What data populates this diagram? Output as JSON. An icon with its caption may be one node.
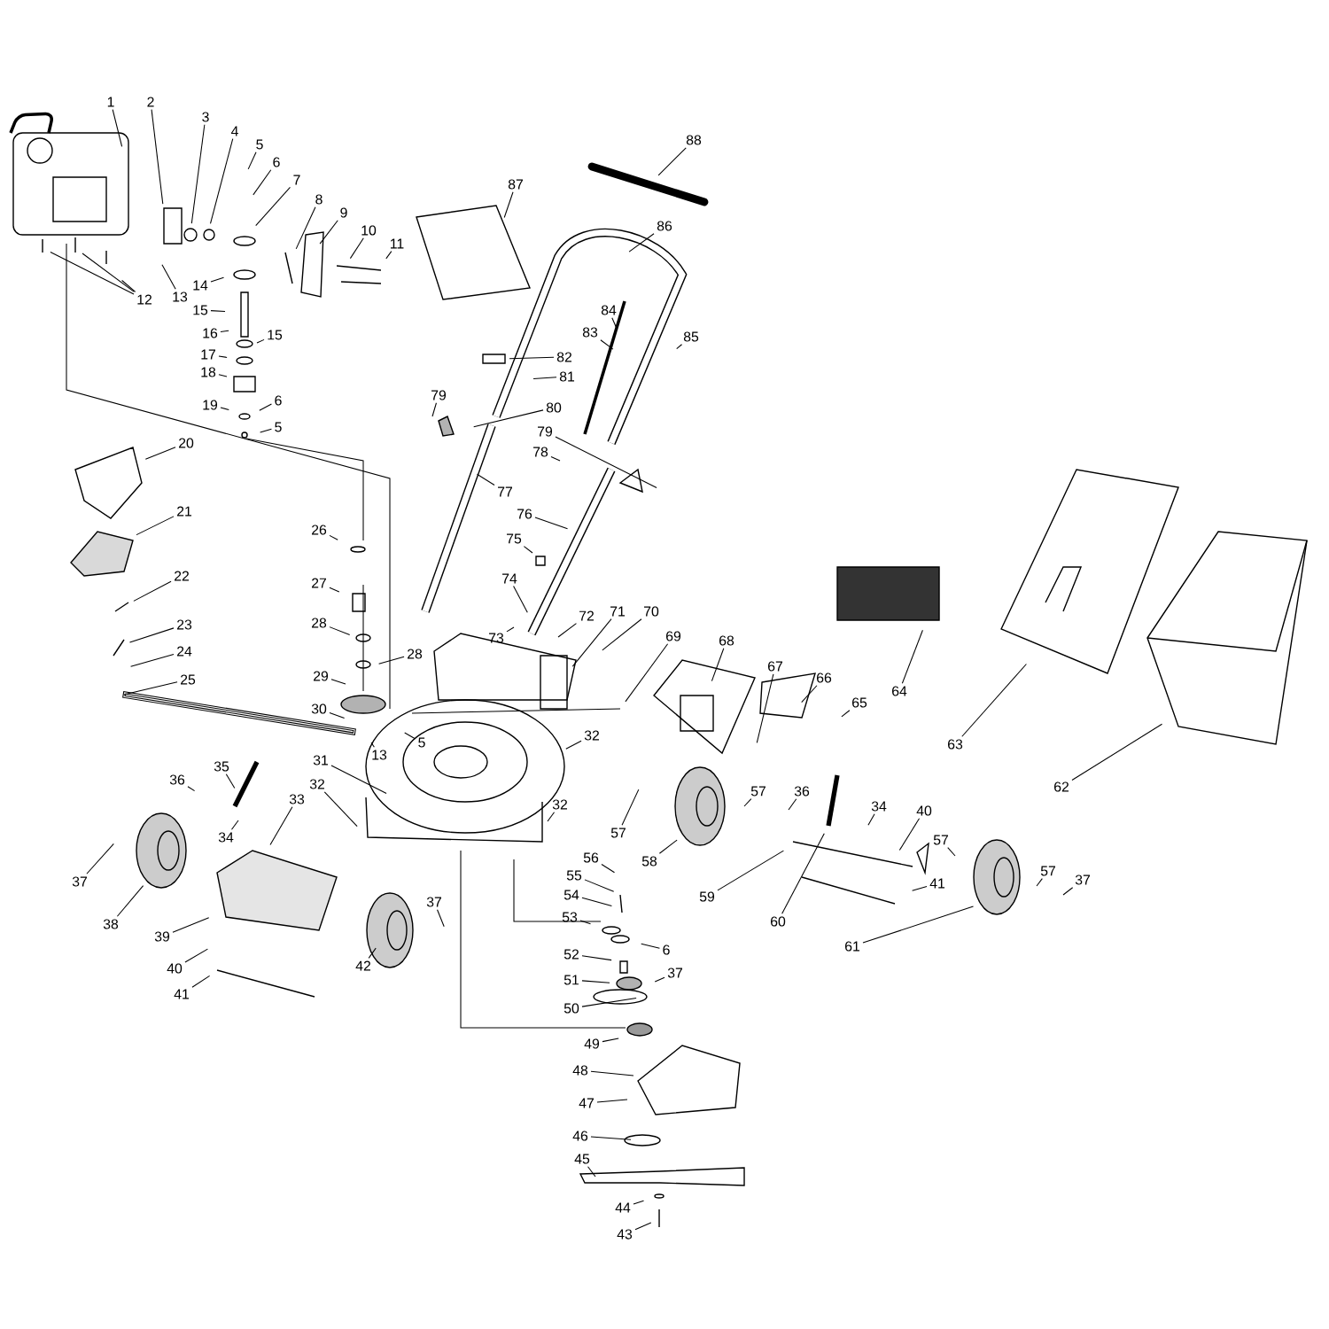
{
  "diagram": {
    "nodes": [
      {
        "text": [
          "1"
        ]
      },
      {
        "text": [
          "2"
        ]
      },
      {
        "text": [
          "3"
        ]
      },
      {
        "text": [
          "4"
        ]
      },
      {
        "text": [
          "5"
        ]
      },
      {
        "text": [
          "6"
        ]
      },
      {
        "text": [
          "7"
        ]
      },
      {
        "text": [
          "8"
        ]
      },
      {
        "text": [
          "9"
        ]
      },
      {
        "text": [
          "10"
        ]
      },
      {
        "text": [
          "11"
        ]
      },
      {
        "text": [
          "12"
        ]
      },
      {
        "text": [
          "13"
        ]
      },
      {
        "text": [
          "14"
        ]
      },
      {
        "text": [
          "15"
        ]
      },
      {
        "text": [
          "16"
        ]
      },
      {
        "text": [
          "15"
        ]
      },
      {
        "text": [
          "17"
        ]
      },
      {
        "text": [
          "18"
        ]
      },
      {
        "text": [
          "19"
        ]
      },
      {
        "text": [
          "6"
        ]
      },
      {
        "text": [
          "5"
        ]
      },
      {
        "text": [
          "20"
        ]
      },
      {
        "text": [
          "21"
        ]
      },
      {
        "text": [
          "22"
        ]
      },
      {
        "text": [
          "23"
        ]
      },
      {
        "text": [
          "24"
        ]
      },
      {
        "text": [
          "25"
        ]
      },
      {
        "text": [
          "26"
        ]
      },
      {
        "text": [
          "27"
        ]
      },
      {
        "text": [
          "28"
        ]
      },
      {
        "text": [
          "28"
        ]
      },
      {
        "text": [
          "29"
        ]
      },
      {
        "text": [
          "30"
        ]
      },
      {
        "text": [
          "13"
        ]
      },
      {
        "text": [
          "5"
        ]
      },
      {
        "text": [
          "31"
        ]
      },
      {
        "text": [
          "32"
        ]
      },
      {
        "text": [
          "32"
        ]
      },
      {
        "text": [
          "32"
        ]
      },
      {
        "text": [
          "35"
        ]
      },
      {
        "text": [
          "36"
        ]
      },
      {
        "text": [
          "33"
        ]
      },
      {
        "text": [
          "34"
        ]
      },
      {
        "text": [
          "37"
        ]
      },
      {
        "text": [
          "38"
        ]
      },
      {
        "text": [
          "39"
        ]
      },
      {
        "text": [
          "40"
        ]
      },
      {
        "text": [
          "41"
        ]
      },
      {
        "text": [
          "42"
        ]
      },
      {
        "text": [
          "37"
        ]
      },
      {
        "text": [
          "43"
        ]
      },
      {
        "text": [
          "44"
        ]
      },
      {
        "text": [
          "45"
        ]
      },
      {
        "text": [
          "46"
        ]
      },
      {
        "text": [
          "47"
        ]
      },
      {
        "text": [
          "48"
        ]
      },
      {
        "text": [
          "49"
        ]
      },
      {
        "text": [
          "50"
        ]
      },
      {
        "text": [
          "51"
        ]
      },
      {
        "text": [
          "52"
        ]
      },
      {
        "text": [
          "53"
        ]
      },
      {
        "text": [
          "54"
        ]
      },
      {
        "text": [
          "55"
        ]
      },
      {
        "text": [
          "56"
        ]
      },
      {
        "text": [
          "6"
        ]
      },
      {
        "text": [
          "37"
        ]
      },
      {
        "text": [
          "57"
        ]
      },
      {
        "text": [
          "58"
        ]
      },
      {
        "text": [
          "57"
        ]
      },
      {
        "text": [
          "36"
        ]
      },
      {
        "text": [
          "34"
        ]
      },
      {
        "text": [
          "40"
        ]
      },
      {
        "text": [
          "57"
        ]
      },
      {
        "text": [
          "41"
        ]
      },
      {
        "text": [
          "57"
        ]
      },
      {
        "text": [
          "37"
        ]
      },
      {
        "text": [
          "59"
        ]
      },
      {
        "text": [
          "60"
        ]
      },
      {
        "text": [
          "61"
        ]
      },
      {
        "text": [
          "62"
        ]
      },
      {
        "text": [
          "63"
        ]
      },
      {
        "text": [
          "64"
        ]
      },
      {
        "text": [
          "65"
        ]
      },
      {
        "text": [
          "66"
        ]
      },
      {
        "text": [
          "67"
        ]
      },
      {
        "text": [
          "68"
        ]
      },
      {
        "text": [
          "69"
        ]
      },
      {
        "text": [
          "70"
        ]
      },
      {
        "text": [
          "71"
        ]
      },
      {
        "text": [
          "72"
        ]
      },
      {
        "text": [
          "73"
        ]
      },
      {
        "text": [
          "74"
        ]
      },
      {
        "text": [
          "75"
        ]
      },
      {
        "text": [
          "76"
        ]
      },
      {
        "text": [
          "77"
        ]
      },
      {
        "text": [
          "78"
        ]
      },
      {
        "text": [
          "79"
        ]
      },
      {
        "text": [
          "79"
        ]
      },
      {
        "text": [
          "80"
        ]
      },
      {
        "text": [
          "81"
        ]
      },
      {
        "text": [
          "82"
        ]
      },
      {
        "text": [
          "83"
        ]
      },
      {
        "text": [
          "84"
        ]
      },
      {
        "text": [
          "85"
        ]
      },
      {
        "text": [
          "86"
        ]
      },
      {
        "text": [
          "87"
        ]
      },
      {
        "text": [
          "88"
        ]
      },
      {
        "text": [],
        "shape": "bar"
      }
    ],
    "edges": [
      {
        "from": 0,
        "to": null,
        "arrow": "none"
      },
      {
        "from": 1,
        "to": null,
        "arrow": "none"
      },
      {
        "from": 2,
        "to": null,
        "arrow": "none"
      },
      {
        "from": 3,
        "to": null,
        "arrow": "none"
      },
      {
        "from": 4,
        "to": null,
        "arrow": "none"
      },
      {
        "from": 5,
        "to": null,
        "arrow": "none"
      },
      {
        "from": 6,
        "to": null,
        "arrow": "none"
      },
      {
        "from": 7,
        "to": null,
        "arrow": "none"
      },
      {
        "from": 8,
        "to": null,
        "arrow": "none"
      },
      {
        "from": 9,
        "to": null,
        "arrow": "none"
      },
      {
        "from": 10,
        "to": null,
        "arrow": "none"
      },
      {
        "from": 11,
        "to": null,
        "arrow": "none"
      },
      {
        "from": 12,
        "to": null,
        "arrow": "none"
      },
      {
        "from": 13,
        "to": null,
        "arrow": "none"
      },
      {
        "from": 14,
        "to": null,
        "arrow": "none"
      },
      {
        "from": 15,
        "to": null,
        "arrow": "none"
      },
      {
        "from": 16,
        "to": null,
        "arrow": "none"
      },
      {
        "from": 17,
        "to": null,
        "arrow": "none"
      },
      {
        "from": 18,
        "to": null,
        "arrow": "none"
      },
      {
        "from": 19,
        "to": null,
        "arrow": "none"
      },
      {
        "from": 20,
        "to": null,
        "arrow": "none"
      },
      {
        "from": 21,
        "to": null,
        "arrow": "none"
      },
      {
        "from": 22,
        "to": null,
        "arrow": "none"
      },
      {
        "from": 23,
        "to": null,
        "arrow": "none"
      },
      {
        "from": 24,
        "to": null,
        "arrow": "none"
      },
      {
        "from": 25,
        "to": null,
        "arrow": "none"
      },
      {
        "from": 26,
        "to": null,
        "arrow": "none"
      },
      {
        "from": 27,
        "to": 108,
        "arrow": "none"
      },
      {
        "from": 28,
        "to": null,
        "arrow": "none"
      },
      {
        "from": 29,
        "to": null,
        "arrow": "none"
      },
      {
        "from": 30,
        "to": null,
        "arrow": "none"
      },
      {
        "from": 31,
        "to": null,
        "arrow": "none"
      },
      {
        "from": 32,
        "to": null,
        "arrow": "none"
      },
      {
        "from": 33,
        "to": null,
        "arrow": "none"
      },
      {
        "from": 34,
        "to": null,
        "arrow": "none"
      },
      {
        "from": 35,
        "to": null,
        "arrow": "none"
      },
      {
        "from": 36,
        "to": null,
        "arrow": "none"
      },
      {
        "from": 37,
        "to": null,
        "arrow": "none"
      },
      {
        "from": 38,
        "to": null,
        "arrow": "none"
      },
      {
        "from": 39,
        "to": null,
        "arrow": "none"
      },
      {
        "from": 40,
        "to": null,
        "arrow": "none"
      },
      {
        "from": 41,
        "to": null,
        "arrow": "none"
      },
      {
        "from": 42,
        "to": null,
        "arrow": "none"
      },
      {
        "from": 43,
        "to": null,
        "arrow": "none"
      },
      {
        "from": 44,
        "to": null,
        "arrow": "none"
      },
      {
        "from": 45,
        "to": null,
        "arrow": "none"
      },
      {
        "from": 46,
        "to": null,
        "arrow": "none"
      },
      {
        "from": 47,
        "to": null,
        "arrow": "none"
      },
      {
        "from": 48,
        "to": null,
        "arrow": "none"
      },
      {
        "from": 49,
        "to": null,
        "arrow": "none"
      },
      {
        "from": 50,
        "to": null,
        "arrow": "none"
      },
      {
        "from": 51,
        "to": null,
        "arrow": "none"
      },
      {
        "from": 52,
        "to": null,
        "arrow": "none"
      },
      {
        "from": 53,
        "to": null,
        "arrow": "none"
      },
      {
        "from": 54,
        "to": null,
        "arrow": "none"
      },
      {
        "from": 55,
        "to": null,
        "arrow": "none"
      },
      {
        "from": 56,
        "to": null,
        "arrow": "none"
      },
      {
        "from": 57,
        "to": null,
        "arrow": "none"
      },
      {
        "from": 58,
        "to": null,
        "arrow": "none"
      },
      {
        "from": 59,
        "to": null,
        "arrow": "none"
      },
      {
        "from": 60,
        "to": null,
        "arrow": "none"
      },
      {
        "from": 61,
        "to": null,
        "arrow": "none"
      },
      {
        "from": 62,
        "to": null,
        "arrow": "none"
      },
      {
        "from": 63,
        "to": null,
        "arrow": "none"
      },
      {
        "from": 64,
        "to": null,
        "arrow": "none"
      },
      {
        "from": 65,
        "to": null,
        "arrow": "none"
      },
      {
        "from": 66,
        "to": null,
        "arrow": "none"
      },
      {
        "from": 67,
        "to": null,
        "arrow": "none"
      },
      {
        "from": 68,
        "to": null,
        "arrow": "none"
      },
      {
        "from": 69,
        "to": null,
        "arrow": "none"
      },
      {
        "from": 70,
        "to": null,
        "arrow": "none"
      },
      {
        "from": 71,
        "to": null,
        "arrow": "none"
      },
      {
        "from": 72,
        "to": null,
        "arrow": "none"
      },
      {
        "from": 73,
        "to": null,
        "arrow": "none"
      },
      {
        "from": 74,
        "to": null,
        "arrow": "none"
      },
      {
        "from": 75,
        "to": null,
        "arrow": "none"
      },
      {
        "from": 76,
        "to": null,
        "arrow": "none"
      },
      {
        "from": 77,
        "to": null,
        "arrow": "none"
      },
      {
        "from": 78,
        "to": null,
        "arrow": "none"
      },
      {
        "from": 79,
        "to": null,
        "arrow": "none"
      },
      {
        "from": 80,
        "to": null,
        "arrow": "none"
      },
      {
        "from": 81,
        "to": null,
        "arrow": "none"
      },
      {
        "from": 82,
        "to": null,
        "arrow": "none"
      },
      {
        "from": 83,
        "to": null,
        "arrow": "none"
      },
      {
        "from": 84,
        "to": null,
        "arrow": "none"
      },
      {
        "from": 85,
        "to": null,
        "arrow": "none"
      },
      {
        "from": 86,
        "to": null,
        "arrow": "none"
      },
      {
        "from": 87,
        "to": null,
        "arrow": "none"
      },
      {
        "from": 88,
        "to": null,
        "arrow": "none"
      },
      {
        "from": 89,
        "to": null,
        "arrow": "none"
      },
      {
        "from": 90,
        "to": null,
        "arrow": "none"
      },
      {
        "from": 91,
        "to": null,
        "arrow": "none"
      },
      {
        "from": 92,
        "to": null,
        "arrow": "none"
      },
      {
        "from": 93,
        "to": null,
        "arrow": "none"
      },
      {
        "from": 94,
        "to": null,
        "arrow": "none"
      },
      {
        "from": 95,
        "to": null,
        "arrow": "none"
      },
      {
        "from": 96,
        "to": null,
        "arrow": "none"
      },
      {
        "from": 97,
        "to": null,
        "arrow": "none"
      },
      {
        "from": 98,
        "to": null,
        "arrow": "none"
      },
      {
        "from": 99,
        "to": null,
        "arrow": "none"
      },
      {
        "from": 100,
        "to": null,
        "arrow": "none"
      },
      {
        "from": 101,
        "to": null,
        "arrow": "none"
      },
      {
        "from": 102,
        "to": null,
        "arrow": "none"
      },
      {
        "from": 103,
        "to": null,
        "arrow": "none"
      },
      {
        "from": 104,
        "to": null,
        "arrow": "none"
      },
      {
        "from": 105,
        "to": null,
        "arrow": "none"
      },
      {
        "from": 106,
        "to": null,
        "arrow": "none"
      },
      {
        "from": 107,
        "to": null,
        "arrow": "none"
      },
      {
        "from": 11,
        "to": null,
        "arrow": "none"
      },
      {
        "from": 11,
        "to": null,
        "arrow": "none"
      }
    ]
  }
}
